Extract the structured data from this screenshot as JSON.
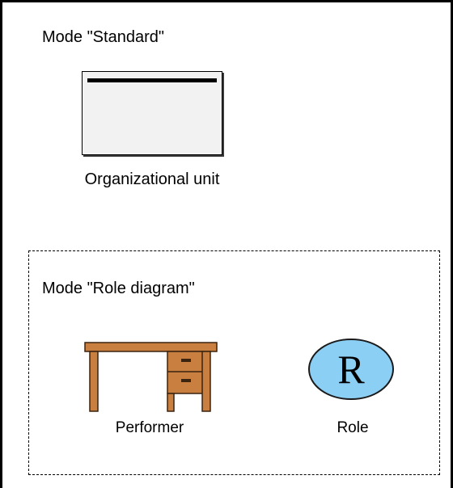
{
  "standard_mode": {
    "title": "Mode \"Standard\"",
    "org_unit_label": "Organizational unit"
  },
  "role_mode": {
    "title": "Mode \"Role diagram\"",
    "performer_label": "Performer",
    "role_label": "Role",
    "role_letter": "R"
  },
  "colors": {
    "desk_wood": "#c97f3f",
    "desk_outline": "#3a2410",
    "role_fill": "#8ccff5",
    "org_fill": "#f2f2f2"
  },
  "icons": {
    "org_unit": "org-unit-box-icon",
    "performer": "desk-icon",
    "role": "role-circle-icon"
  }
}
